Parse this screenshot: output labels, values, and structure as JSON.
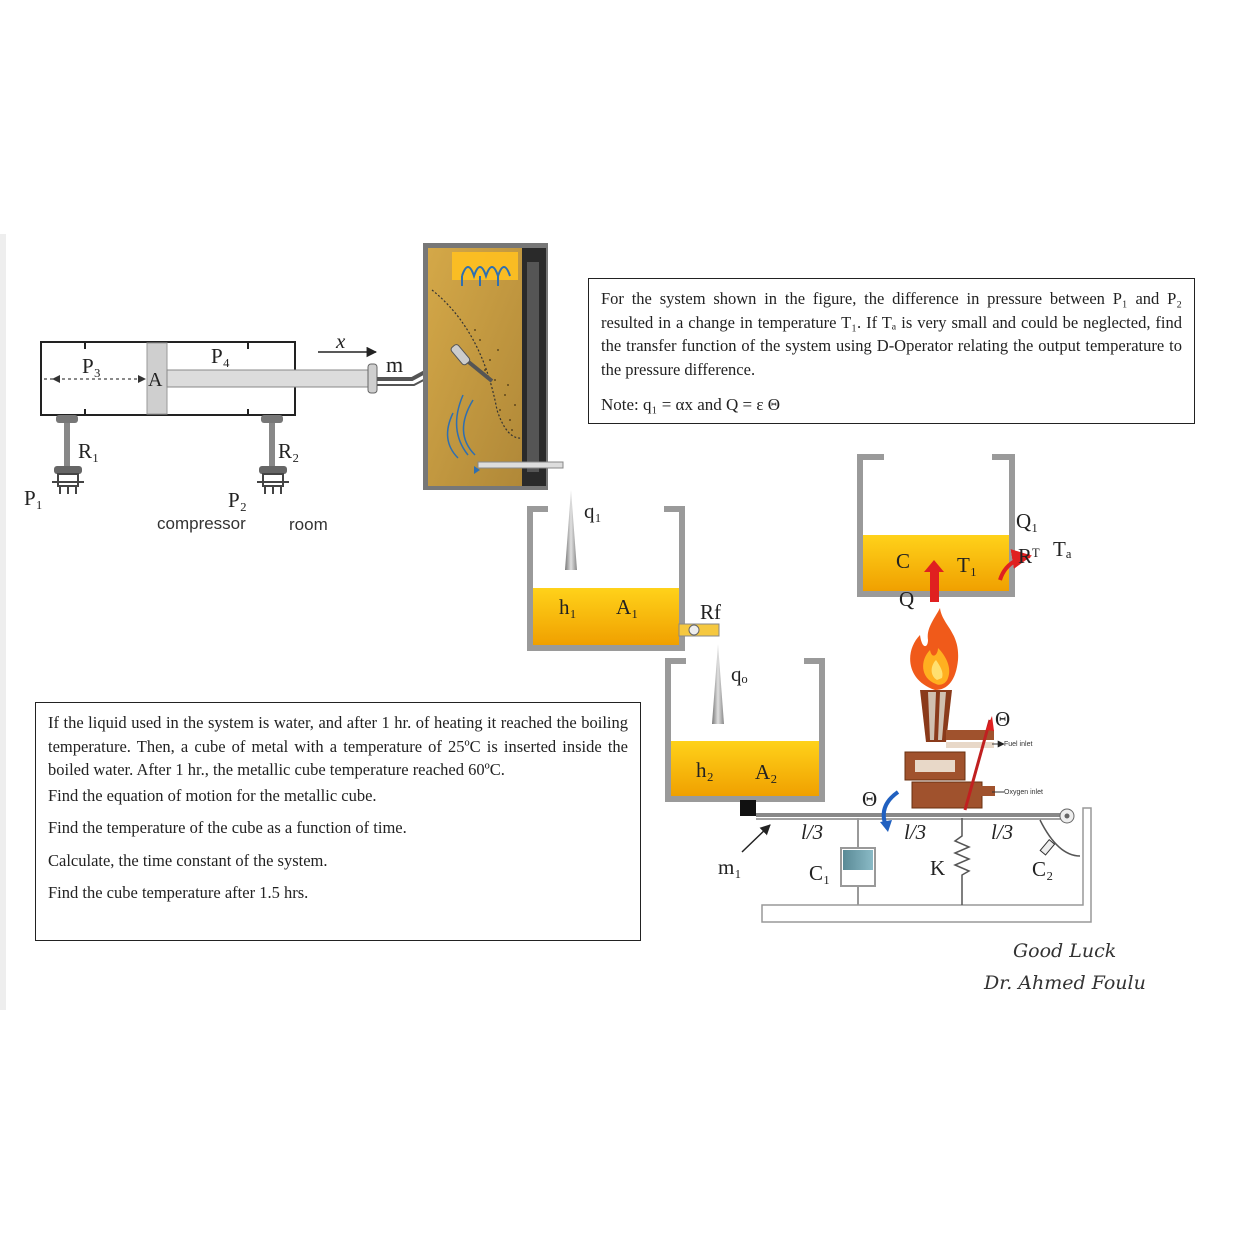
{
  "problem_1": {
    "text": "For the system shown in the figure, the difference in pressure between P₁ and P₂ resulted in a change in temperature T₁. If Tₐ is very small and could be neglected, find the transfer function of the system using D-Operator relating the output temperature to the pressure difference.",
    "note": "Note: q₁ = αx and Q = ε Θ"
  },
  "problem_2": {
    "text": "If the liquid used in the system is water, and after 1 hr. of heating it reached the boiling temperature. Then, a cube of metal with a temperature of 25ºC is inserted inside the boiled water. After 1 hr., the metallic cube temperature reached 60ºC.",
    "tasks": [
      "Find the equation of motion for the metallic cube.",
      "Find the temperature of the cube as a function of time.",
      "Calculate, the time constant of the system.",
      "Find the cube temperature after 1.5 hrs."
    ]
  },
  "labels": {
    "p3": "P₃",
    "p4": "P₄",
    "a": "A",
    "x": "x",
    "m": "m",
    "r1": "R₁",
    "r2": "R₂",
    "p1": "P₁",
    "p2": "P₂",
    "compressor": "compressor",
    "room": "room",
    "q1": "q₁",
    "h1": "h₁",
    "a1": "A₁",
    "rf": "Rf",
    "qo": "qₒ",
    "h2": "h₂",
    "a2": "A₂",
    "c": "C",
    "t1": "T₁",
    "q": "Q",
    "q1_heat": "Q₁",
    "rt": "Rᵀ",
    "ta": "Tₐ",
    "theta": "Θ",
    "theta_2": "Θ",
    "fuel_inlet": "Fuel inlet",
    "oxygen_inlet": "Oxygen inlet",
    "l3_1": "l/3",
    "l3_2": "l/3",
    "l3_3": "l/3",
    "m1": "m₁",
    "c1": "C₁",
    "k": "K",
    "c2": "C₂"
  },
  "signature": {
    "line1": "Good Luck",
    "line2": "Dr. Ahmed Foulu"
  },
  "colors": {
    "liquid_top": "#f5b800",
    "liquid_bottom": "#f0a000",
    "tank": "#9a9a9a",
    "flame": "#f05a1a",
    "burner": "#a0522d",
    "arrow_red": "#e02020",
    "arrow_blue": "#2060c0",
    "furnace": "#c8a050"
  }
}
